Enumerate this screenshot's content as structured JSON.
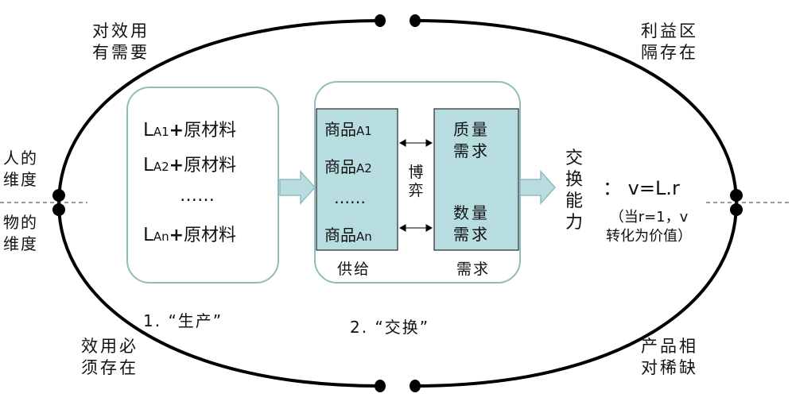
{
  "corners": {
    "top_left": [
      "对效用",
      "有需要"
    ],
    "top_right": [
      "利益区",
      "隔存在"
    ],
    "bottom_left": [
      "效用必",
      "须存在"
    ],
    "bottom_right": [
      "产品相",
      "对稀缺"
    ]
  },
  "sides": {
    "human_dimension": [
      "人的",
      "维度"
    ],
    "object_dimension": [
      "物的",
      "维度"
    ]
  },
  "production_box": {
    "rows": [
      {
        "l": "L",
        "sub": "A1",
        "plus": "+",
        "text": "原材料"
      },
      {
        "l": "L",
        "sub": "A2",
        "plus": "+",
        "text": "原材料"
      },
      {
        "l": "",
        "sub": "",
        "plus": "",
        "text": "……"
      },
      {
        "l": "L",
        "sub": "An",
        "plus": "+",
        "text": "原材料"
      }
    ]
  },
  "exchange_box": {
    "goods": [
      {
        "name": "商品",
        "sub": "A1"
      },
      {
        "name": "商品",
        "sub": "A2"
      },
      {
        "name": "……",
        "sub": ""
      },
      {
        "name": "商品",
        "sub": "An"
      }
    ],
    "game_label": "博弈",
    "demand_quality": [
      "质量",
      "需求"
    ],
    "demand_quantity": [
      "数量",
      "需求"
    ],
    "supply_label": "供给",
    "demand_label": "需求"
  },
  "exchange_ability": "交换能力",
  "formula": "： v=L.r",
  "note": [
    "（当r=1，v",
    "转化为价值）"
  ],
  "captions": {
    "step1": "1. “生产”",
    "step2": "2. “交换”"
  },
  "colors": {
    "teal_fill": "#b7dde0",
    "box_stroke": "#8fbcbc",
    "ellipse": "#000000"
  }
}
